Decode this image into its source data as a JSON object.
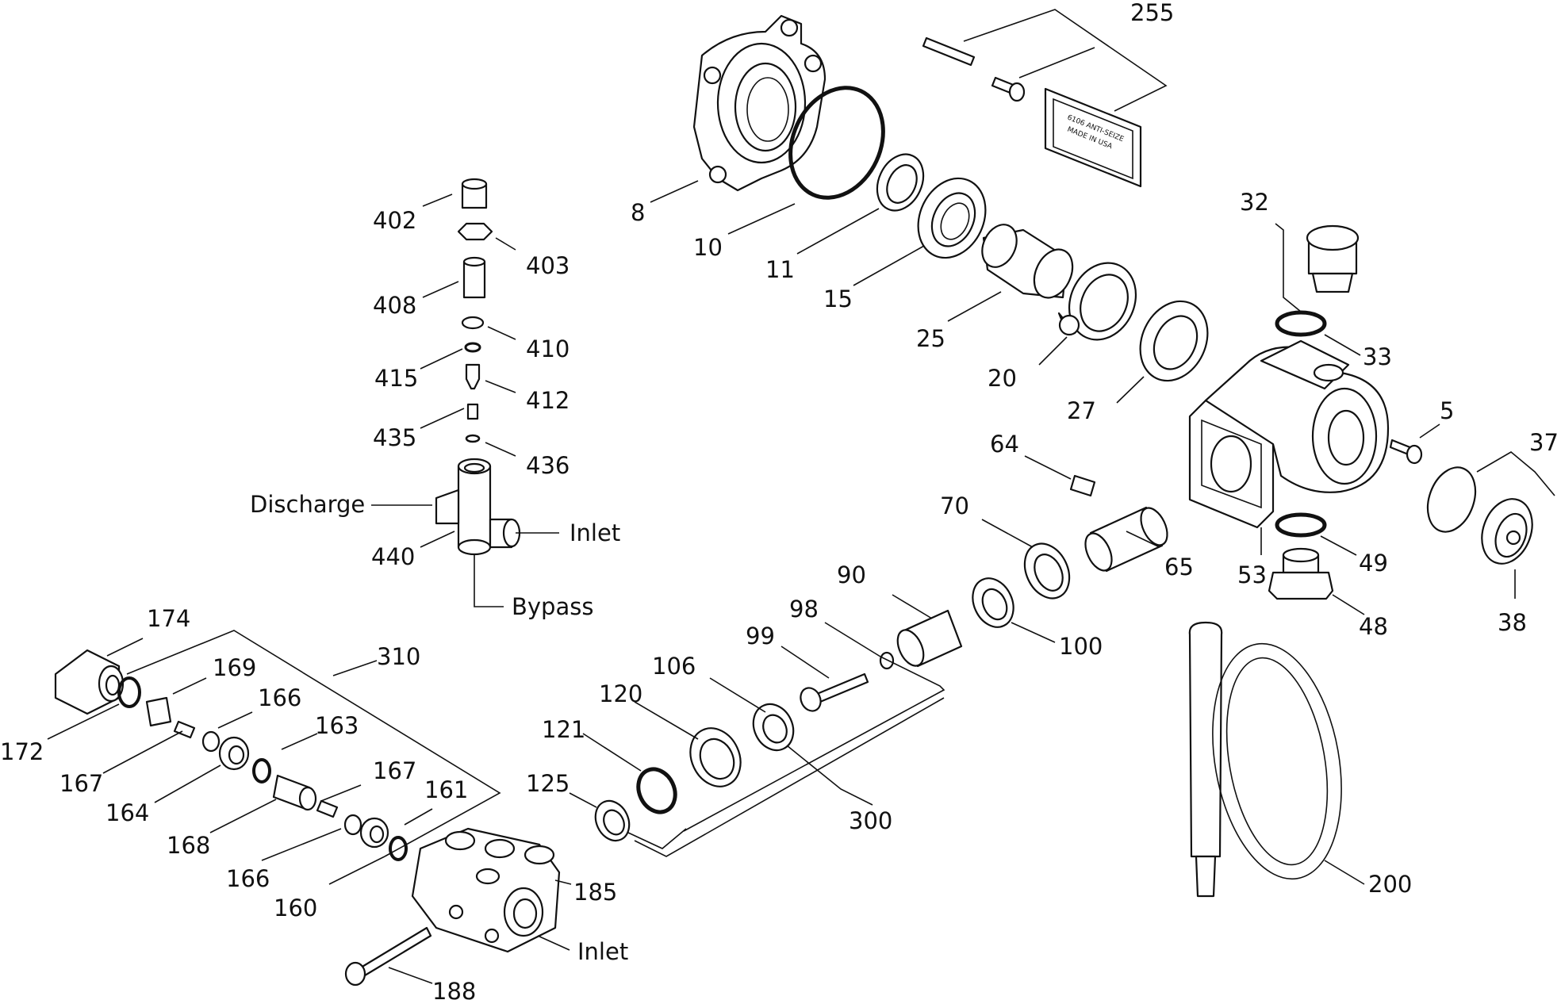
{
  "callouts": {
    "c255": "255",
    "c8": "8",
    "c10": "10",
    "c11": "11",
    "c15": "15",
    "c25": "25",
    "c20": "20",
    "c27": "27",
    "c32": "32",
    "c33": "33",
    "c5": "5",
    "c37": "37",
    "c53": "53",
    "c49": "49",
    "c48": "48",
    "c38": "38",
    "c64": "64",
    "c65": "65",
    "c70": "70",
    "c100": "100",
    "c90": "90",
    "c98": "98",
    "c99": "99",
    "c106": "106",
    "c120": "120",
    "c121": "121",
    "c125": "125",
    "c300": "300",
    "c200": "200",
    "c402": "402",
    "c403": "403",
    "c408": "408",
    "c410": "410",
    "c415": "415",
    "c412": "412",
    "c435": "435",
    "c436": "436",
    "c440": "440",
    "c174": "174",
    "c172": "172",
    "c169": "169",
    "c310": "310",
    "c166a": "166",
    "c163": "163",
    "c167a": "167",
    "c164": "164",
    "c167b": "167",
    "c161": "161",
    "c168": "168",
    "c166b": "166",
    "c160": "160",
    "c185": "185",
    "c188": "188"
  },
  "port_labels": {
    "discharge": "Discharge",
    "inlet_tee": "Inlet",
    "bypass": "Bypass",
    "inlet_manifold": "Inlet"
  },
  "decal": {
    "line1": "6106 ANTI-SEIZE",
    "line2": "MADE IN USA"
  }
}
